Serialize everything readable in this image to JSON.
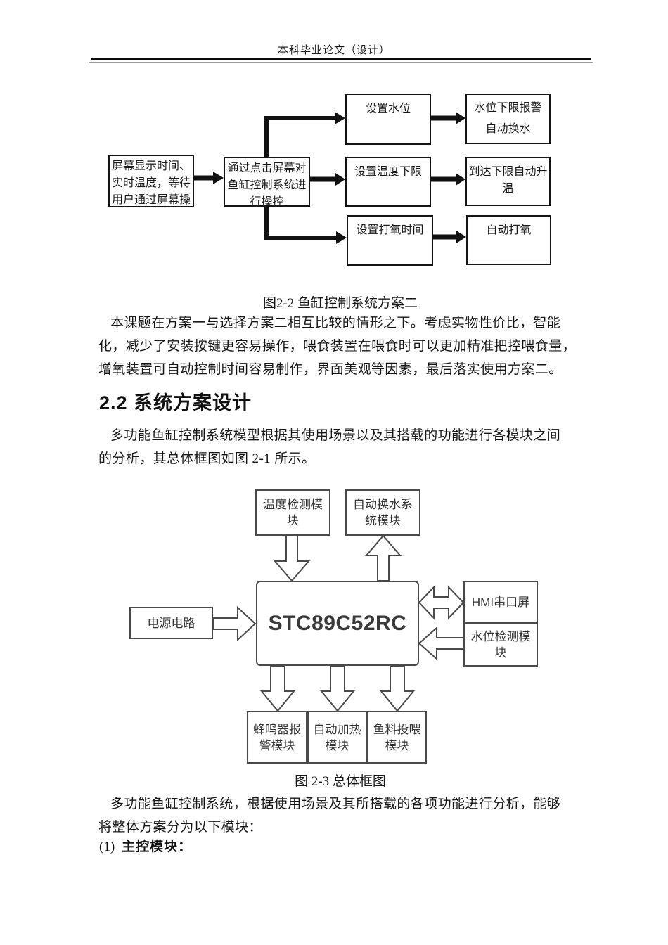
{
  "header": {
    "title": "本科毕业论文（设计）"
  },
  "fig22": {
    "caption": "图2-2 鱼缸控制系统方案二",
    "box_screen": {
      "l1": "屏幕显示时间、",
      "l2": "实时温度，等待",
      "l3": "用户通过屏幕操"
    },
    "box_control": {
      "l1": "通过点击屏幕对",
      "l2": "鱼缸控制系统进",
      "l3": "行操控"
    },
    "box_set_water": "设置水位",
    "box_water_result": {
      "l1": "水位下限报警",
      "l2": "自动换水"
    },
    "box_set_temp": "设置温度下限",
    "box_temp_result": {
      "l1": "到达下限自动升",
      "l2": "温"
    },
    "box_set_oxygen": "设置打氧时间",
    "box_oxygen_result": "自动打氧"
  },
  "para1": {
    "l1": "本课题在方案一与选择方案二相互比较的情形之下。考虑实物性价比，智能",
    "l2": "化，减少了安装按键更容易操作，喂食装置在喂食时可以更加精准把控喂食量，",
    "l3": "增氧装置可自动控制时间容易制作，界面美观等因素，最后落实使用方案二。"
  },
  "section": {
    "title": "2.2 系统方案设计"
  },
  "para2": {
    "l1": "多功能鱼缸控制系统模型根据其使用场景以及其搭载的功能进行各模块之间",
    "l2": "的分析，其总体框图如图 2-1 所示。"
  },
  "fig23": {
    "caption": "图 2-3 总体框图",
    "box_temp_module": {
      "l1": "温度检测模",
      "l2": "块"
    },
    "box_water_change": {
      "l1": "自动换水系",
      "l2": "统模块"
    },
    "box_power": "电源电路",
    "box_mcu": "STC89C52RC",
    "box_hmi": "HMI串口屏",
    "box_water_level": {
      "l1": "水位检测模",
      "l2": "块"
    },
    "box_buzzer": {
      "l1": "蜂鸣器报",
      "l2": "警模块"
    },
    "box_heater": {
      "l1": "自动加热",
      "l2": "模块"
    },
    "box_feeder": {
      "l1": "鱼料投喂",
      "l2": "模块"
    }
  },
  "para3": {
    "l1": "多功能鱼缸控制系统，根据使用场景及其所搭载的各项功能进行分析，能够",
    "l2": "将整体方案分为以下模块："
  },
  "item1": {
    "num": "(1)",
    "label": "主控模块："
  },
  "colors": {
    "fig22_stroke": "#141414",
    "fig23_stroke": "#4a4a4a",
    "text": "#1c1c1c"
  }
}
